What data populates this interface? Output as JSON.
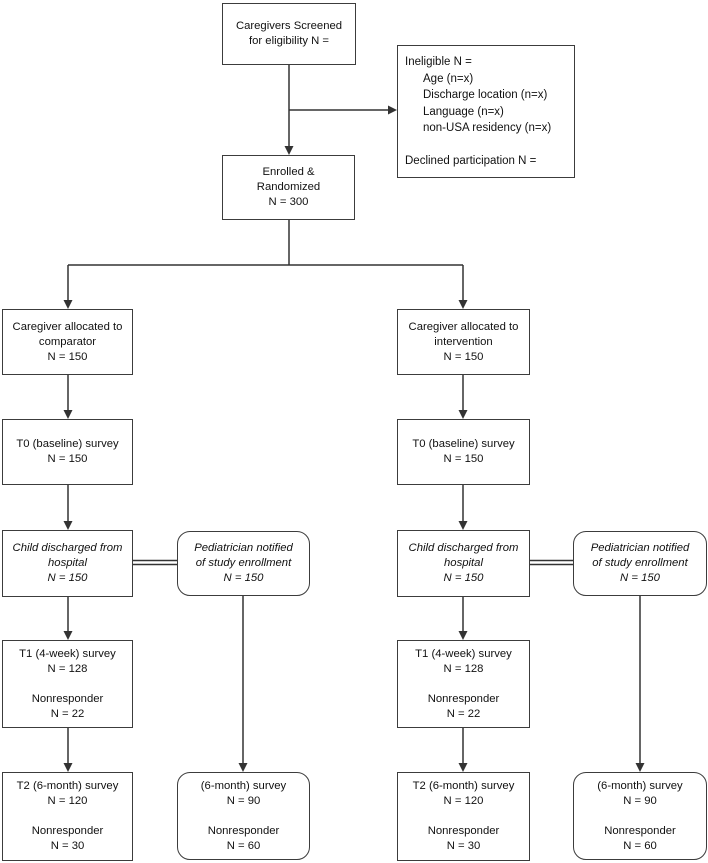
{
  "page": {
    "background": "#ffffff"
  },
  "colors": {
    "line": "#333333",
    "box_border": "#3c3c3c",
    "text": "#111111"
  },
  "flow": {
    "screened": [
      "Caregivers Screened",
      "for eligibility N ="
    ],
    "ineligible": [
      "Ineligible N =",
      "Age (n=x)",
      "Discharge location (n=x)",
      "Language (n=x)",
      "non-USA residency (n=x)",
      "",
      "Declined participation N ="
    ],
    "enrolled": [
      "Enrolled &",
      "Randomized",
      "N = 300"
    ],
    "comparator": {
      "allocation": [
        "Caregiver allocated to",
        "comparator",
        "N = 150"
      ],
      "t0": [
        "T0 (baseline) survey",
        "N = 150"
      ],
      "discharge": [
        "Child discharged from",
        "hospital",
        "N = 150"
      ],
      "pediatrician": [
        "Pediatrician notified",
        "of study enrollment",
        "N = 150"
      ],
      "t1": [
        "T1 (4-week) survey",
        "N = 128",
        "",
        "Nonresponder",
        "N = 22"
      ],
      "t2": [
        "T2 (6-month) survey",
        "N = 120",
        "",
        "Nonresponder",
        "N = 30"
      ],
      "pediatrician_6month": [
        "(6-month) survey",
        "N = 90",
        "",
        "Nonresponder",
        "N = 60"
      ]
    },
    "intervention": {
      "allocation": [
        "Caregiver allocated to",
        "intervention",
        "N = 150"
      ],
      "t0": [
        "T0 (baseline) survey",
        "N = 150"
      ],
      "discharge": [
        "Child discharged from",
        "hospital",
        "N = 150"
      ],
      "pediatrician": [
        "Pediatrician notified",
        "of study enrollment",
        "N = 150"
      ],
      "t1": [
        "T1 (4-week) survey",
        "N = 128",
        "",
        "Nonresponder",
        "N = 22"
      ],
      "t2": [
        "T2 (6-month) survey",
        "N = 120",
        "",
        "Nonresponder",
        "N = 30"
      ],
      "pediatrician_6month": [
        "(6-month) survey",
        "N = 90",
        "",
        "Nonresponder",
        "N = 60"
      ]
    }
  }
}
